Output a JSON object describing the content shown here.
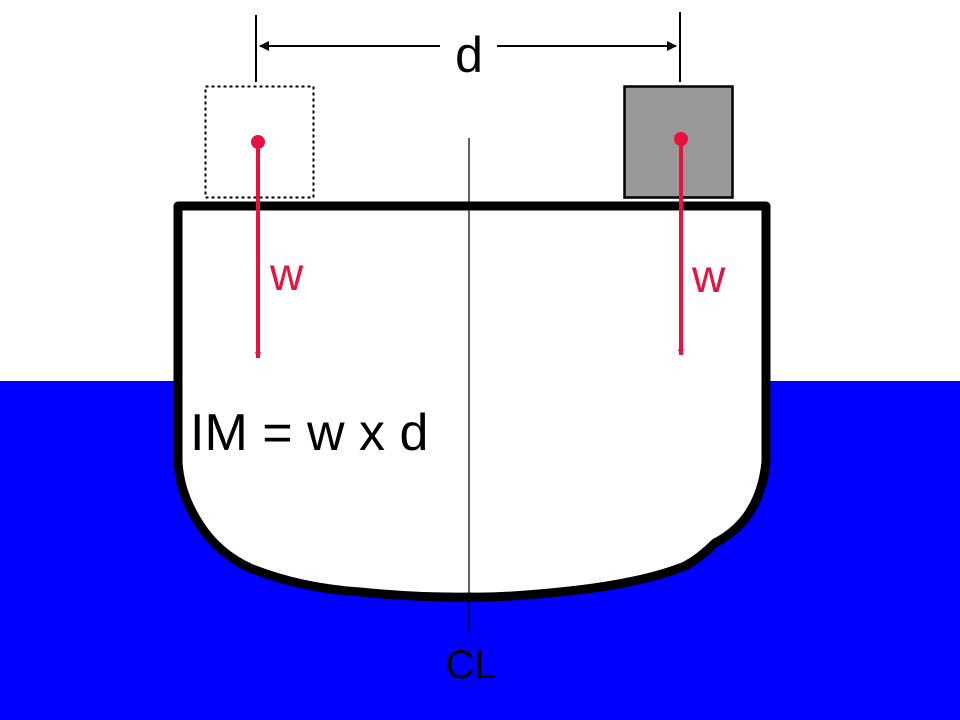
{
  "diagram": {
    "distance_label": "d",
    "weight_label_left": "w",
    "weight_label_right": "w",
    "formula": "IM = w x d",
    "centerline_label": "CL"
  },
  "colors": {
    "water": "#0000ff",
    "hull_fill": "#ffffff",
    "hull_stroke": "#000000",
    "weight_arrow": "#e8113f",
    "weight_solid_fill": "#999999",
    "background": "#ffffff"
  },
  "icons": {
    "weight_original": "dotted-square-icon",
    "weight_shifted": "grey-block-icon"
  }
}
